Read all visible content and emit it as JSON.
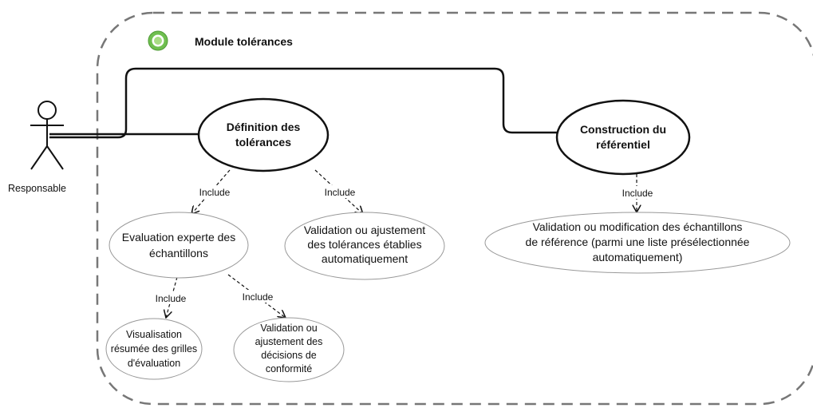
{
  "module": {
    "title": "Module tolérances"
  },
  "actor": {
    "label": "Responsable"
  },
  "use_cases": {
    "definition": [
      "Définition des",
      "tolérances"
    ],
    "construction": [
      "Construction du",
      "référentiel"
    ],
    "evaluation": [
      "Evaluation experte des",
      "échantillons"
    ],
    "validation_tolerances": [
      "Validation ou ajustement",
      "des tolérances établies",
      "automatiquement"
    ],
    "validation_echantillons": [
      "Validation ou modification des échantillons",
      "de référence (parmi une liste présélectionnée",
      "automatiquement)"
    ],
    "visualisation": [
      "Visualisation",
      "résumée des grilles",
      "d'évaluation"
    ],
    "validation_decisions": [
      "Validation ou",
      "ajustement des",
      "décisions de",
      "conformité"
    ]
  },
  "relations": {
    "include_label": "Include"
  },
  "colors": {
    "stroke": "#111111",
    "boundary": "#777777",
    "icon_outer": "#6fbf4f",
    "icon_inner": "#a8dc84"
  }
}
